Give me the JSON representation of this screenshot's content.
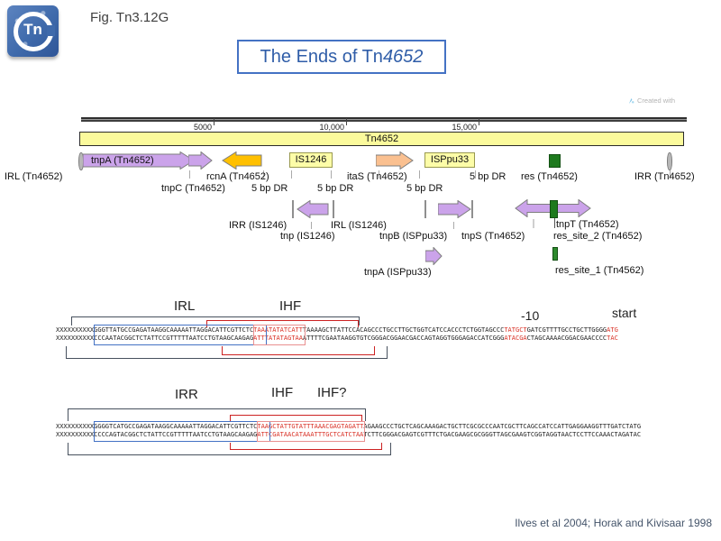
{
  "header": {
    "fig_label": "Fig. Tn3.12G",
    "title_prefix": "The Ends of Tn",
    "title_italic": "4652",
    "logo_text": "Tn",
    "created_with": "Created with"
  },
  "ruler": {
    "ticks": [
      {
        "label": "5000"
      },
      {
        "label": "10,000"
      },
      {
        "label": "15,000"
      }
    ]
  },
  "map": {
    "tn_bar": "Tn4652",
    "labels": {
      "tnpa_tn4652": "tnpA (Tn4652)",
      "irl_tn4652": "IRL (Tn4652)",
      "tnpc_tn4652": "tnpC (Tn4652)",
      "rcna_tn4652": "rcnA (Tn4652)",
      "dr": "5 bp DR",
      "is1246": "IS1246",
      "itas_tn4652": "itaS (Tn4652)",
      "isppu33": "ISPpu33",
      "res_tn4652": "res (Tn4652)",
      "irr_tn4652": "IRR (Tn4652)",
      "irr_is1246": "IRR (IS1246)",
      "tnp_is1246": "tnp (IS1246)",
      "irl_is1246": "IRL (IS1246)",
      "tnpb_isppu33": "tnpB (ISPpu33)",
      "tnps_tn4652": "tnpS (Tn4652)",
      "tnpt_tn4652": "tnpT (Tn4652)",
      "res_site_2": "res_site_2 (Tn4652)",
      "res_site_1": "res_site_1 (Tn4562)",
      "tnpa_isppu33": "tnpA (ISPpu33)"
    }
  },
  "sequences": {
    "block1": {
      "irl": "IRL",
      "ihf": "IHF",
      "minus10": "-10",
      "start": "start",
      "top": [
        {
          "t": "XXXXXXXXXX",
          "c": "k"
        },
        {
          "t": "GGGTTATGCCGAGATAAGGCAAAAATTAGGACATTCGTTCTC",
          "c": "k"
        },
        {
          "t": "TAAATATATCATT",
          "c": "r"
        },
        {
          "t": "TAAAAGCTTATTCCACAGCCCTGCCTTGCTGGTCATCCACCCTCTGGTAGCCC",
          "c": "k"
        },
        {
          "t": "TATGCT",
          "c": "r"
        },
        {
          "t": "GATCGTTTTGCCTGCTTGGGG",
          "c": "k"
        },
        {
          "t": "ATG",
          "c": "r"
        }
      ],
      "bottom": [
        {
          "t": "XXXXXXXXXX",
          "c": "k"
        },
        {
          "t": "CCCAATACGGCTCTATTCCGTTTTTAATCCTGTAAGCAAGAG",
          "c": "k"
        },
        {
          "t": "ATTTATATAGTAA",
          "c": "r"
        },
        {
          "t": "ATTTTCGAATAAGGTGTCGGGACGGAACGACCAGTAGGTGGGAGACCATCGGG",
          "c": "k"
        },
        {
          "t": "ATACGA",
          "c": "r"
        },
        {
          "t": "CTAGCAAAACGGACGAACCCC",
          "c": "k"
        },
        {
          "t": "TAC",
          "c": "r"
        }
      ]
    },
    "block2": {
      "irr": "IRR",
      "ihf": "IHF",
      "ihf_q": "IHF?",
      "top": [
        {
          "t": "XXXXXXXXXX",
          "c": "k"
        },
        {
          "t": "GGGGTCATGCCGAGATAAGGCAAAAATTAGGACATTCGTTCTC",
          "c": "k"
        },
        {
          "t": "TAA",
          "c": "r"
        },
        {
          "t": "GCTATTGTATTTAAACGAGTAGATT",
          "c": "r"
        },
        {
          "t": "AGAAGCCCTGCTCAGCAAAGACTGCTTCGCGCCCAATCGCTTCAGCCATCCATTGAGGAAGGTTTGATCTATG",
          "c": "k"
        }
      ],
      "bottom": [
        {
          "t": "XXXXXXXXXX",
          "c": "k"
        },
        {
          "t": "CCCCAGTACGGCTCTATTCCGTTTTTAATCCTGTAAGCAAGAG",
          "c": "k"
        },
        {
          "t": "ATT",
          "c": "r"
        },
        {
          "t": "CGATAACATAAATTTGCTCATCTAA",
          "c": "r"
        },
        {
          "t": "TCTTCGGGACGAGTCGTTTCTGACGAAGCGCGGGTTAGCGAAGTCGGTAGGTAACTCCTTCCAAACTAGATAC",
          "c": "k"
        }
      ]
    }
  },
  "footer": {
    "citation": "Ilves et al 2004; Horak and Kivisaar 1998"
  },
  "colors": {
    "accent_blue": "#4472c4",
    "title_text": "#2f5da8",
    "gene_purple": "#cba3ea",
    "gene_orange": "#ffc000",
    "gene_peach": "#fac090",
    "feature_yellow": "#fdfda8",
    "tn_bar_yellow": "#fbfa9c",
    "res_green": "#1e7a1e",
    "seq_red": "#d93025",
    "citation_gray": "#44546a"
  }
}
